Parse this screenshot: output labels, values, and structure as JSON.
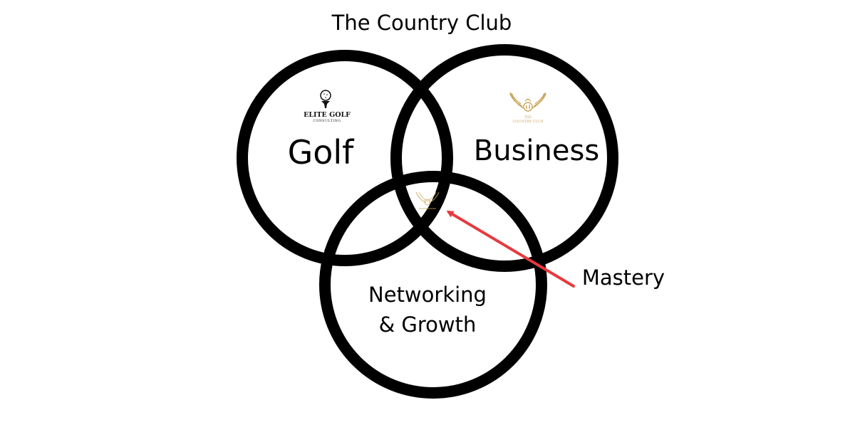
{
  "title": "The Country Club",
  "circles": {
    "golf": {
      "label": "Golf"
    },
    "business": {
      "label": "Business"
    },
    "networking": {
      "label_line1": "Networking",
      "label_line2": "& Growth"
    }
  },
  "logos": {
    "elite_golf": {
      "line1": "ELITE GOLF",
      "line2": "CONSULTING"
    },
    "country_club": {
      "line1": "THE",
      "line2": "COUNTRY CLUB"
    }
  },
  "callout": {
    "label": "Mastery"
  },
  "colors": {
    "circle_stroke": "#000000",
    "arrow": "#e8393d",
    "gold": "#c9a65a",
    "text": "#000000"
  }
}
